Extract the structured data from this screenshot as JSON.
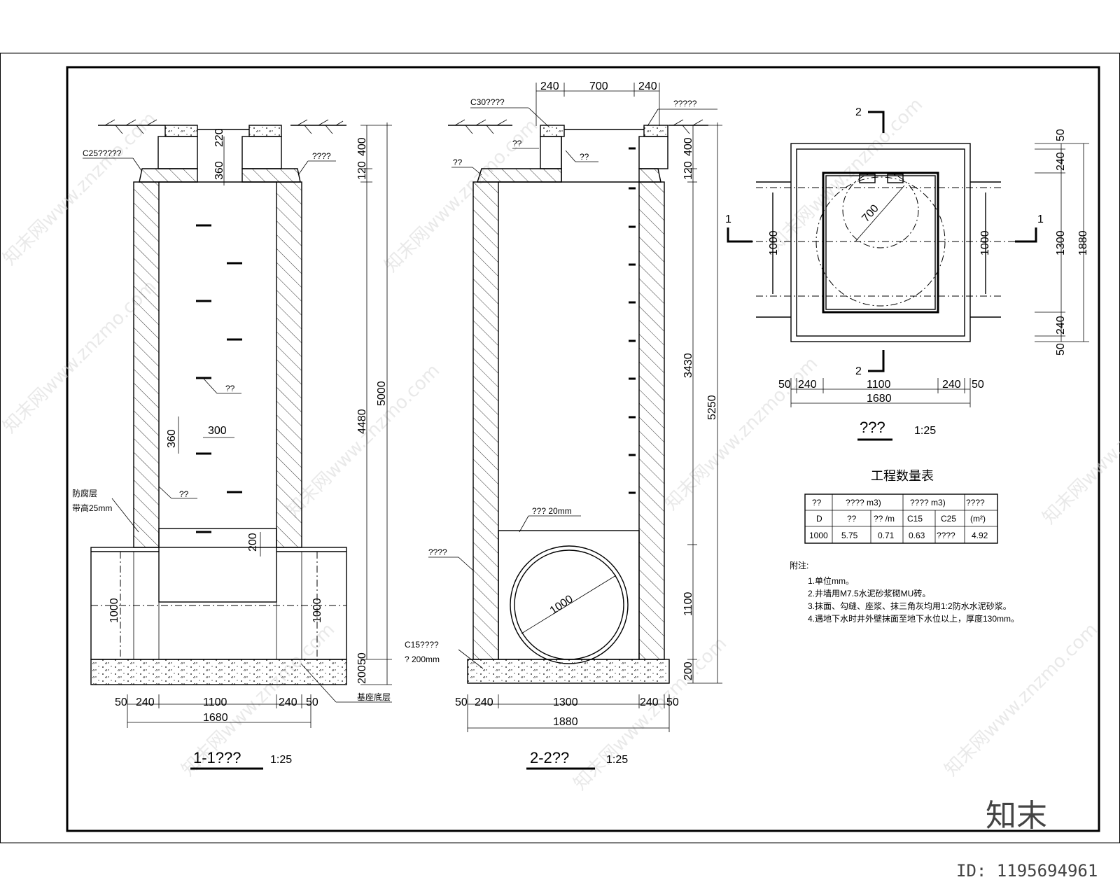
{
  "sheet": {
    "section_11_title": "1-1???",
    "section_11_scale": "1:25",
    "section_22_title": "2-2??",
    "section_22_scale": "1:25",
    "plan_title": "???",
    "plan_scale": "1:25"
  },
  "section_11": {
    "labels": {
      "c25": "C25?????",
      "right_top": "????",
      "step": "??",
      "wall": "??",
      "anticorr_1": "防腐层",
      "anticorr_2": "带高25mm",
      "base": "基座底层"
    },
    "dims": {
      "d400": "400",
      "d120": "120",
      "d220": "220",
      "d360_top": "360",
      "d5000": "5000",
      "d4480": "4480",
      "d360": "360",
      "d300": "300",
      "d200": "200",
      "d1000_l": "1000",
      "d1000_r": "1000",
      "d200_b": "200",
      "d50_b": "50",
      "b50l": "50",
      "b240l": "240",
      "b1100": "1100",
      "b240r": "240",
      "b50r": "50",
      "b1680": "1680"
    }
  },
  "section_22": {
    "labels": {
      "c30": "C30????",
      "right_top": "?????",
      "left_small": "??",
      "inner_l": "??",
      "inner_r": "??",
      "fill": "???  20mm",
      "wall_note": "????",
      "c15_1": "C15????",
      "c15_2": "? 200mm"
    },
    "dims": {
      "t240l": "240",
      "t700": "700",
      "t240r": "240",
      "d400": "400",
      "d120": "120",
      "d3430": "3430",
      "d5250": "5250",
      "d1100": "1100",
      "d200": "200",
      "pipe": "1000",
      "b50l": "50",
      "b240l": "240",
      "b1300": "1300",
      "b240r": "240",
      "b50r": "50",
      "b1880": "1880"
    }
  },
  "plan": {
    "cut_2_top": "2",
    "cut_2_bottom": "2",
    "cut_1_left": "1",
    "cut_1_right": "1",
    "d700": "700",
    "d1000_l": "1000",
    "d1000_r": "1000",
    "r50t": "50",
    "r240t": "240",
    "r1300": "1300",
    "r240b": "240",
    "r50b": "50",
    "r1880": "1880",
    "b50l": "50",
    "b240l": "240",
    "b1100": "1100",
    "b240r": "240",
    "b50r": "50",
    "b1680": "1680"
  },
  "quantity_table": {
    "title": "工程数量表",
    "header_row1": [
      "??",
      "????   m3)",
      "????   m3)",
      "????"
    ],
    "header_row2": [
      "D",
      "??",
      "?? /m",
      "C15",
      "C25",
      "(m²)"
    ],
    "row": [
      "1000",
      "5.75",
      "0.71",
      "0.63",
      "????",
      "4.92"
    ]
  },
  "notes": {
    "heading": "附注:",
    "lines": [
      "1.单位mm。",
      "2.井墙用M7.5水泥砂浆砌MU砖。",
      "3.抹面、勾缝、座浆、抹三角灰均用1:2防水水泥砂浆。",
      "4.遇地下水时井外壁抹面至地下水位以上，厚度130mm。"
    ]
  },
  "watermark": {
    "text": "知末网www.znzmo.com",
    "logo": "知末",
    "id": "ID: 1195694961"
  }
}
